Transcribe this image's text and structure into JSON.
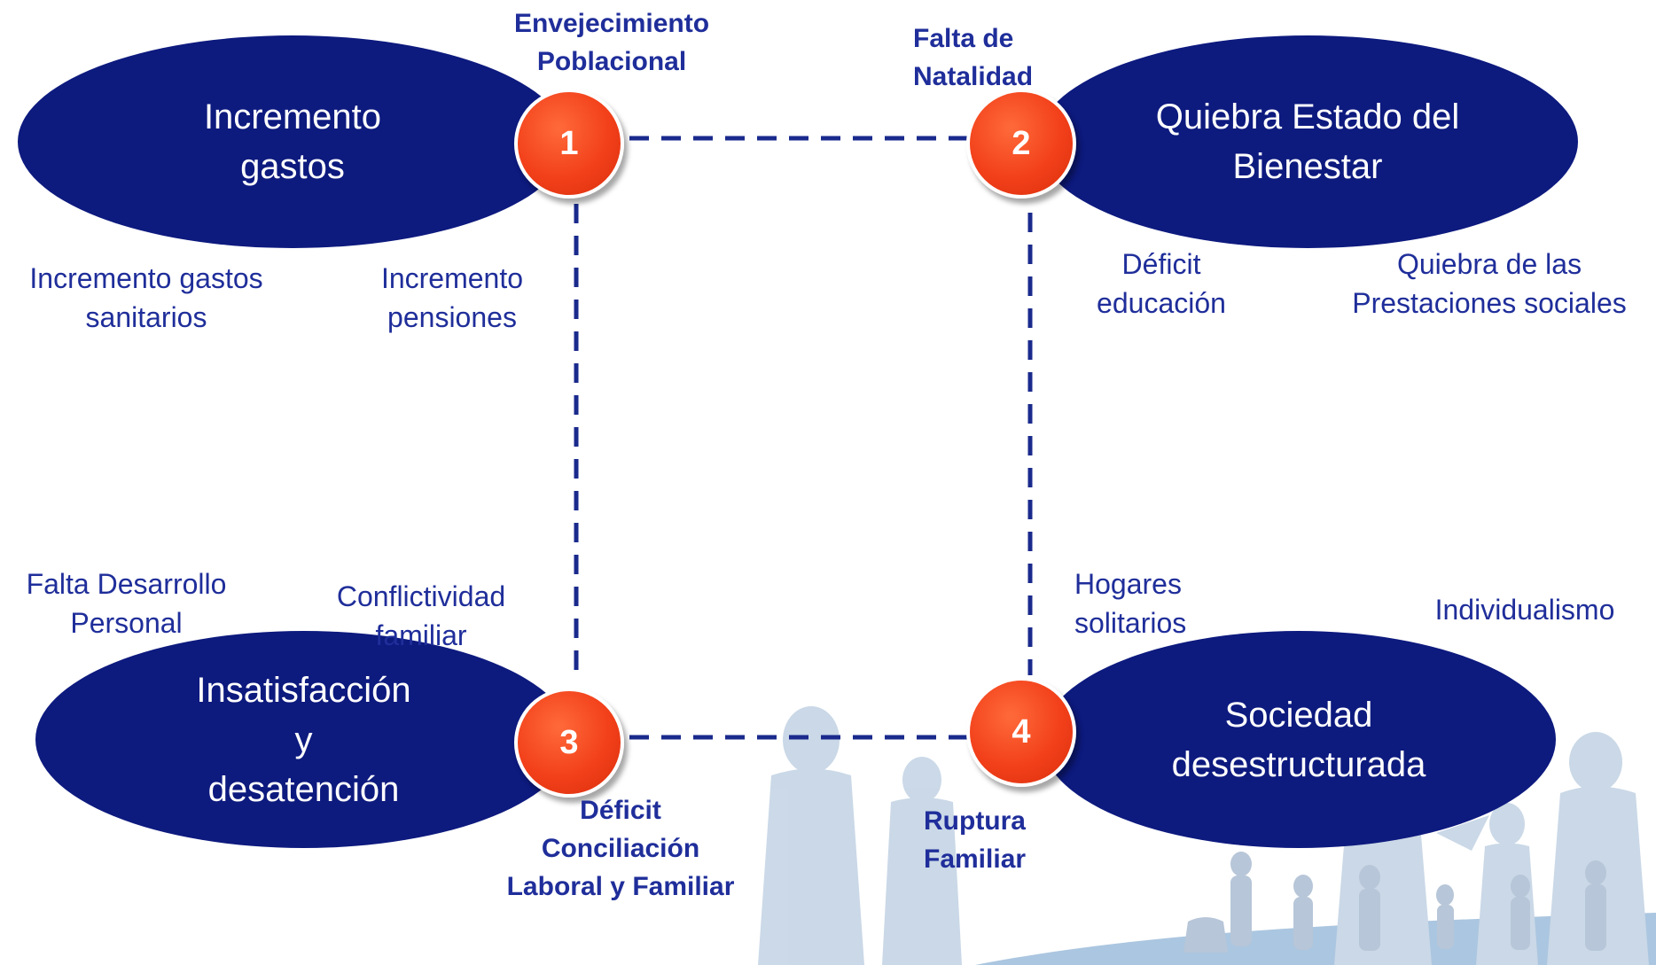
{
  "colors": {
    "ellipse": "#0d1a7e",
    "badge": "#f2401a",
    "text": "#1f2e9a",
    "dashed_line": "#1a2a8c",
    "silhouettes": "#b9cce0"
  },
  "nodes": [
    {
      "number": "1",
      "title": "Incremento\ngastos",
      "cause": "Envejecimiento\nPoblacional"
    },
    {
      "number": "2",
      "title": "Quiebra Estado del\nBienestar",
      "cause": "Falta de\nNatalidad"
    },
    {
      "number": "3",
      "title": "Insatisfacción\ny\ndesatención",
      "cause": "Déficit\nConciliación\nLaboral y Familiar"
    },
    {
      "number": "4",
      "title": "Sociedad\ndesestructurada",
      "cause": "Ruptura\nFamiliar"
    }
  ],
  "consequences": {
    "node1": [
      "Incremento gastos\nsanitarios",
      "Incremento\npensiones"
    ],
    "node2": [
      "Déficit\neducación",
      "Quiebra de las\nPrestaciones sociales"
    ],
    "node3": [
      "Falta Desarrollo\nPersonal",
      "Conflictividad\nfamiliar"
    ],
    "node4": [
      "Hogares\nsolitarios",
      "Individualismo"
    ]
  },
  "background_image": "family-silhouettes"
}
